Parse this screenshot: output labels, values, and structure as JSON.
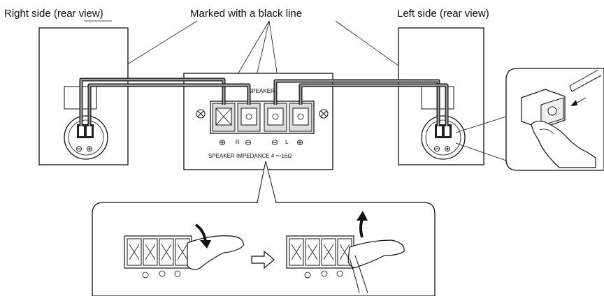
{
  "labels": {
    "right_side": "Right side (rear view)",
    "marked_line": "Marked with a black line",
    "left_side": "Left side (rear view)"
  },
  "panel": {
    "speaker_text": "SPEAKER",
    "impedance_text": "SPEAKER IMPEDANCE 4 ～16Ω",
    "channel_r": "R",
    "channel_l": "L",
    "plus": "⊕",
    "minus": "⊖"
  },
  "colors": {
    "cable": "#777777",
    "line": "#111111"
  }
}
